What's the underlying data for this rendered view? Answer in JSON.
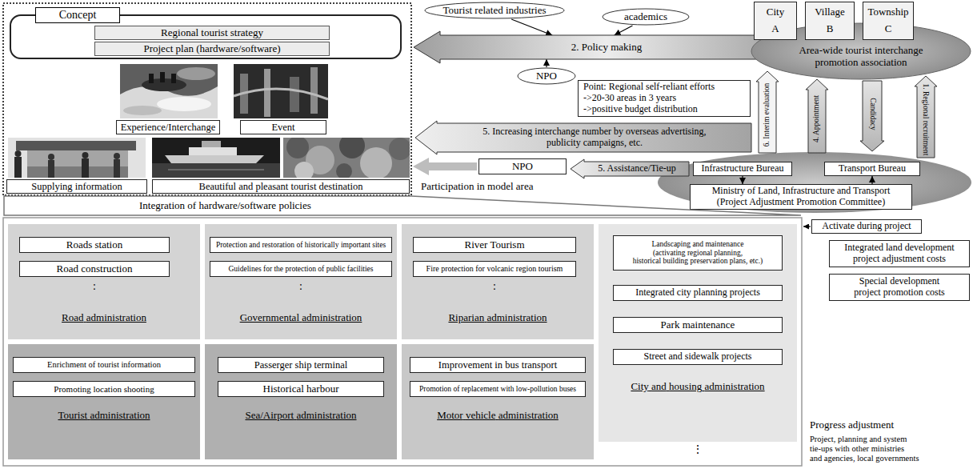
{
  "diagram": {
    "nodes": [
      {
        "text": [
          "Concept"
        ]
      },
      {
        "text": [
          "Regional tourist strategy"
        ],
        "in": 0
      },
      {
        "text": [
          "Project plan (hardware/software)"
        ],
        "in": 0
      },
      {
        "text": [
          "Tourist related industries"
        ]
      },
      {
        "text": [
          "academics"
        ]
      },
      {
        "text": [
          "2. Policy making"
        ]
      },
      {
        "text": [
          "NPO"
        ]
      },
      {
        "text": [
          "City A"
        ]
      },
      {
        "text": [
          "Village B"
        ]
      },
      {
        "text": [
          "Township C"
        ]
      },
      {
        "text": [
          "Area-wide tourist interchange promotion association"
        ]
      },
      {
        "text": [
          "Experience/Interchange"
        ]
      },
      {
        "text": [
          "Event"
        ]
      },
      {
        "text": [
          "Point: Regional self-reliant efforts ->20-30 areas in 3 years ->positive budget distribution"
        ]
      },
      {
        "text": [
          "6. Interim evaluation"
        ]
      },
      {
        "text": [
          "4. Appointment"
        ]
      },
      {
        "text": [
          "Candidacy"
        ]
      },
      {
        "text": [
          "1. Regional recruitment"
        ]
      },
      {
        "text": [
          "5. Increasing interchange number by overseas advertising, publicity campaigns, etc."
        ]
      },
      {
        "text": [
          "Supplying information"
        ]
      },
      {
        "text": [
          "Beautiful and pleasant tourist destination"
        ]
      },
      {
        "text": [
          "NPO"
        ]
      },
      {
        "text": [
          "5. Assistance/Tie-up"
        ]
      },
      {
        "text": [
          "Infrastructure Bureau"
        ]
      },
      {
        "text": [
          "Transport Bureau"
        ]
      },
      {
        "text": [
          "Ministry of Land, Infrastructure and Transport (Project Adjustment Promotion Committee)"
        ]
      },
      {
        "text": [
          "Integration of hardware/software policies"
        ]
      },
      {
        "text": [
          "Activate during project"
        ]
      },
      {
        "text": [
          "Road administration"
        ]
      },
      {
        "text": [
          "Roads station"
        ],
        "in": 28
      },
      {
        "text": [
          "Road construction"
        ],
        "in": 28
      },
      {
        "text": [
          "Governmental administration"
        ]
      },
      {
        "text": [
          "Protection and restoration of historically important sites"
        ],
        "in": 31
      },
      {
        "text": [
          "Guidelines for the protection of public facilities"
        ],
        "in": 31
      },
      {
        "text": [
          "Riparian administration"
        ]
      },
      {
        "text": [
          "River Tourism"
        ],
        "in": 34
      },
      {
        "text": [
          "Fire protection for volcanic region tourism"
        ],
        "in": 34
      },
      {
        "text": [
          "City and housing administration"
        ]
      },
      {
        "text": [
          "Landscaping and maintenance (activating regional planning, historical building preservation plans, etc.)"
        ],
        "in": 37
      },
      {
        "text": [
          "Integrated city planning projects"
        ],
        "in": 37
      },
      {
        "text": [
          "Park maintenance"
        ],
        "in": 37
      },
      {
        "text": [
          "Street and sidewalk projects"
        ],
        "in": 37
      },
      {
        "text": [
          "Integrated land development project adjustment costs"
        ]
      },
      {
        "text": [
          "Special development project promotion costs"
        ]
      },
      {
        "text": [
          "Tourist administration"
        ]
      },
      {
        "text": [
          "Enrichment of tourist information"
        ],
        "in": 44
      },
      {
        "text": [
          "Promoting location shooting"
        ],
        "in": 44
      },
      {
        "text": [
          "Sea/Airport administration"
        ]
      },
      {
        "text": [
          "Passerger ship terminal"
        ],
        "in": 47
      },
      {
        "text": [
          "Historical harbour"
        ],
        "in": 47
      },
      {
        "text": [
          "Motor vehicle administration"
        ]
      },
      {
        "text": [
          "Improvement in bus transport"
        ],
        "in": 50
      },
      {
        "text": [
          "Promotion of replacement with low-pollution buses"
        ],
        "in": 50
      }
    ],
    "edges": [
      {
        "from": 3,
        "to": 5,
        "arrow": "to"
      },
      {
        "from": 4,
        "to": 5,
        "arrow": "to"
      },
      {
        "from": 6,
        "to": 5,
        "arrow": "to"
      },
      {
        "from": 23,
        "to": 25,
        "arrow": "to"
      },
      {
        "from": 25,
        "to": 24,
        "arrow": "to"
      }
    ],
    "labels": [
      "Participation in model area",
      ":",
      ":",
      ":",
      "⋮",
      "Progress adjustment",
      "Project, planning and system tie-ups with other ministries and agencies, local governments"
    ]
  }
}
